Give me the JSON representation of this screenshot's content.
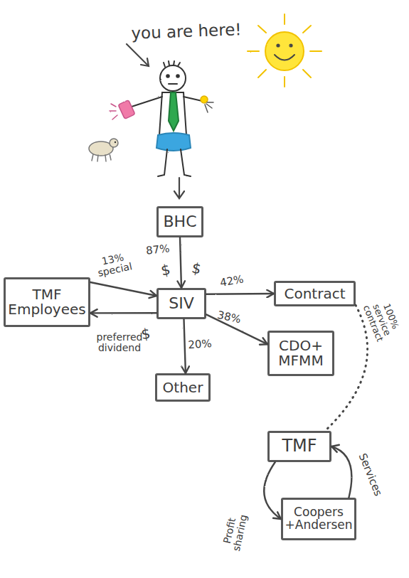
{
  "diagram": {
    "nodes": [
      {
        "text": [
          "BHC"
        ]
      },
      {
        "text": [
          "TMF Employees"
        ]
      },
      {
        "text": [
          "SIV"
        ]
      },
      {
        "text": [
          "Contract"
        ]
      },
      {
        "text": [
          "CDO+ MFMM"
        ]
      },
      {
        "text": [
          "Other"
        ]
      },
      {
        "text": [
          "TMF"
        ]
      },
      {
        "text": [
          "Coopers +Andersen"
        ]
      }
    ],
    "edges": [
      {
        "from": 0,
        "to": 2,
        "label": "87%",
        "arrow": "to"
      },
      {
        "from": 1,
        "to": 2,
        "label": "13% special",
        "arrow": "to"
      },
      {
        "from": 2,
        "to": 1,
        "label": "preferred dividend",
        "arrow": "to"
      },
      {
        "from": 2,
        "to": 3,
        "label": "42%",
        "arrow": "to"
      },
      {
        "from": 2,
        "to": 4,
        "label": "38%",
        "arrow": "to"
      },
      {
        "from": 2,
        "to": 5,
        "label": "20%",
        "arrow": "to"
      },
      {
        "from": 3,
        "to": 6,
        "label": "100% service contract",
        "arrow": "none"
      },
      {
        "from": 6,
        "to": 7,
        "label": "Profit sharing",
        "arrow": "to"
      },
      {
        "from": 7,
        "to": 6,
        "label": "Services",
        "arrow": "to"
      }
    ],
    "labels": [
      "you are here!",
      "$",
      "$",
      "$"
    ]
  }
}
